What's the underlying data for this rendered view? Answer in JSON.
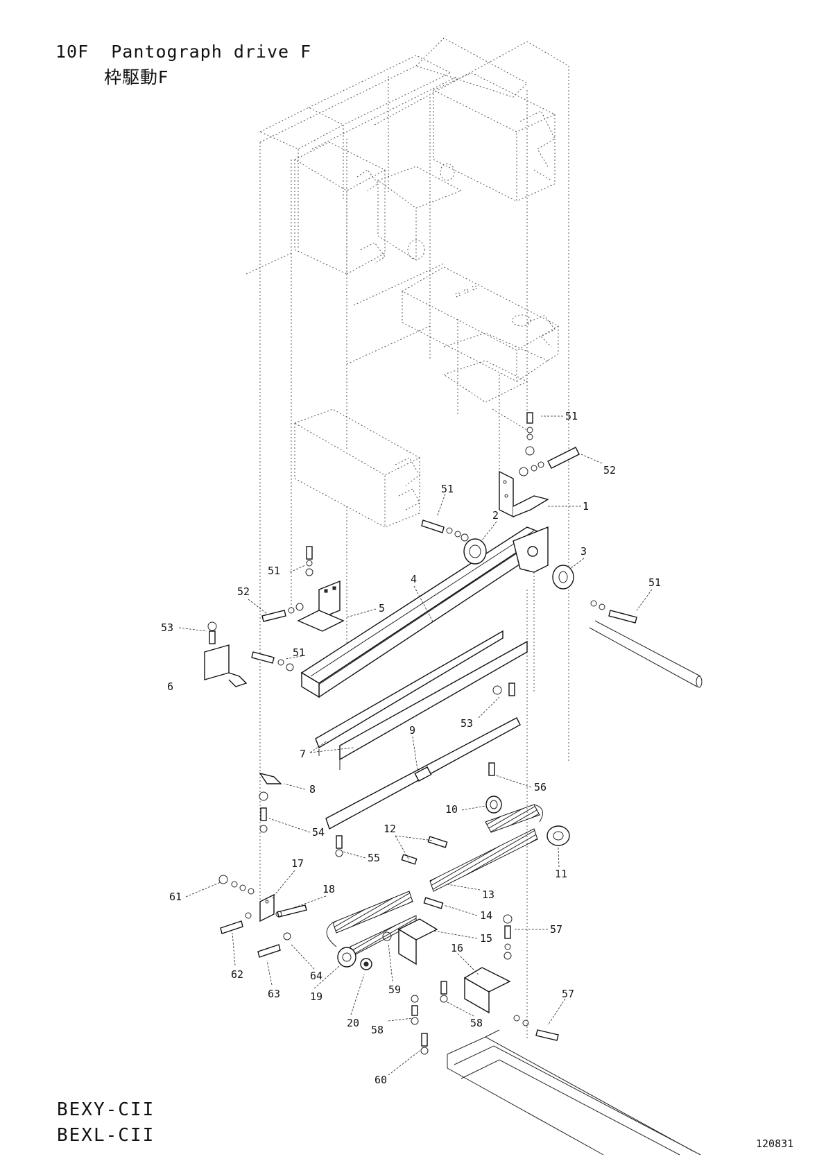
{
  "header": {
    "title": "10F  Pantograph drive F",
    "subtitle_jp": "枠駆動F"
  },
  "footer": {
    "models": [
      "BEXY-CII",
      "BEXL-CII"
    ],
    "drawing_code": "120831"
  },
  "callouts": [
    {
      "id": "c51a",
      "label": "51"
    },
    {
      "id": "c52a",
      "label": "52"
    },
    {
      "id": "c1",
      "label": "1"
    },
    {
      "id": "c51b",
      "label": "51"
    },
    {
      "id": "c2",
      "label": "2"
    },
    {
      "id": "c3",
      "label": "3"
    },
    {
      "id": "c51c",
      "label": "51"
    },
    {
      "id": "c4",
      "label": "4"
    },
    {
      "id": "c51d",
      "label": "51"
    },
    {
      "id": "c52b",
      "label": "52"
    },
    {
      "id": "c5",
      "label": "5"
    },
    {
      "id": "c53a",
      "label": "53"
    },
    {
      "id": "c51e",
      "label": "51"
    },
    {
      "id": "c6",
      "label": "6"
    },
    {
      "id": "c53b",
      "label": "53"
    },
    {
      "id": "c7",
      "label": "7"
    },
    {
      "id": "c9",
      "label": "9"
    },
    {
      "id": "c8",
      "label": "8"
    },
    {
      "id": "c56",
      "label": "56"
    },
    {
      "id": "c10",
      "label": "10"
    },
    {
      "id": "c54",
      "label": "54"
    },
    {
      "id": "c12",
      "label": "12"
    },
    {
      "id": "c55",
      "label": "55"
    },
    {
      "id": "c11",
      "label": "11"
    },
    {
      "id": "c13",
      "label": "13"
    },
    {
      "id": "c17",
      "label": "17"
    },
    {
      "id": "c18",
      "label": "18"
    },
    {
      "id": "c61",
      "label": "61"
    },
    {
      "id": "c14",
      "label": "14"
    },
    {
      "id": "c15",
      "label": "15"
    },
    {
      "id": "c57a",
      "label": "57"
    },
    {
      "id": "c16",
      "label": "16"
    },
    {
      "id": "c62",
      "label": "62"
    },
    {
      "id": "c64",
      "label": "64"
    },
    {
      "id": "c63",
      "label": "63"
    },
    {
      "id": "c19",
      "label": "19"
    },
    {
      "id": "c59",
      "label": "59"
    },
    {
      "id": "c57b",
      "label": "57"
    },
    {
      "id": "c20",
      "label": "20"
    },
    {
      "id": "c58a",
      "label": "58"
    },
    {
      "id": "c58b",
      "label": "58"
    },
    {
      "id": "c60",
      "label": "60"
    }
  ]
}
